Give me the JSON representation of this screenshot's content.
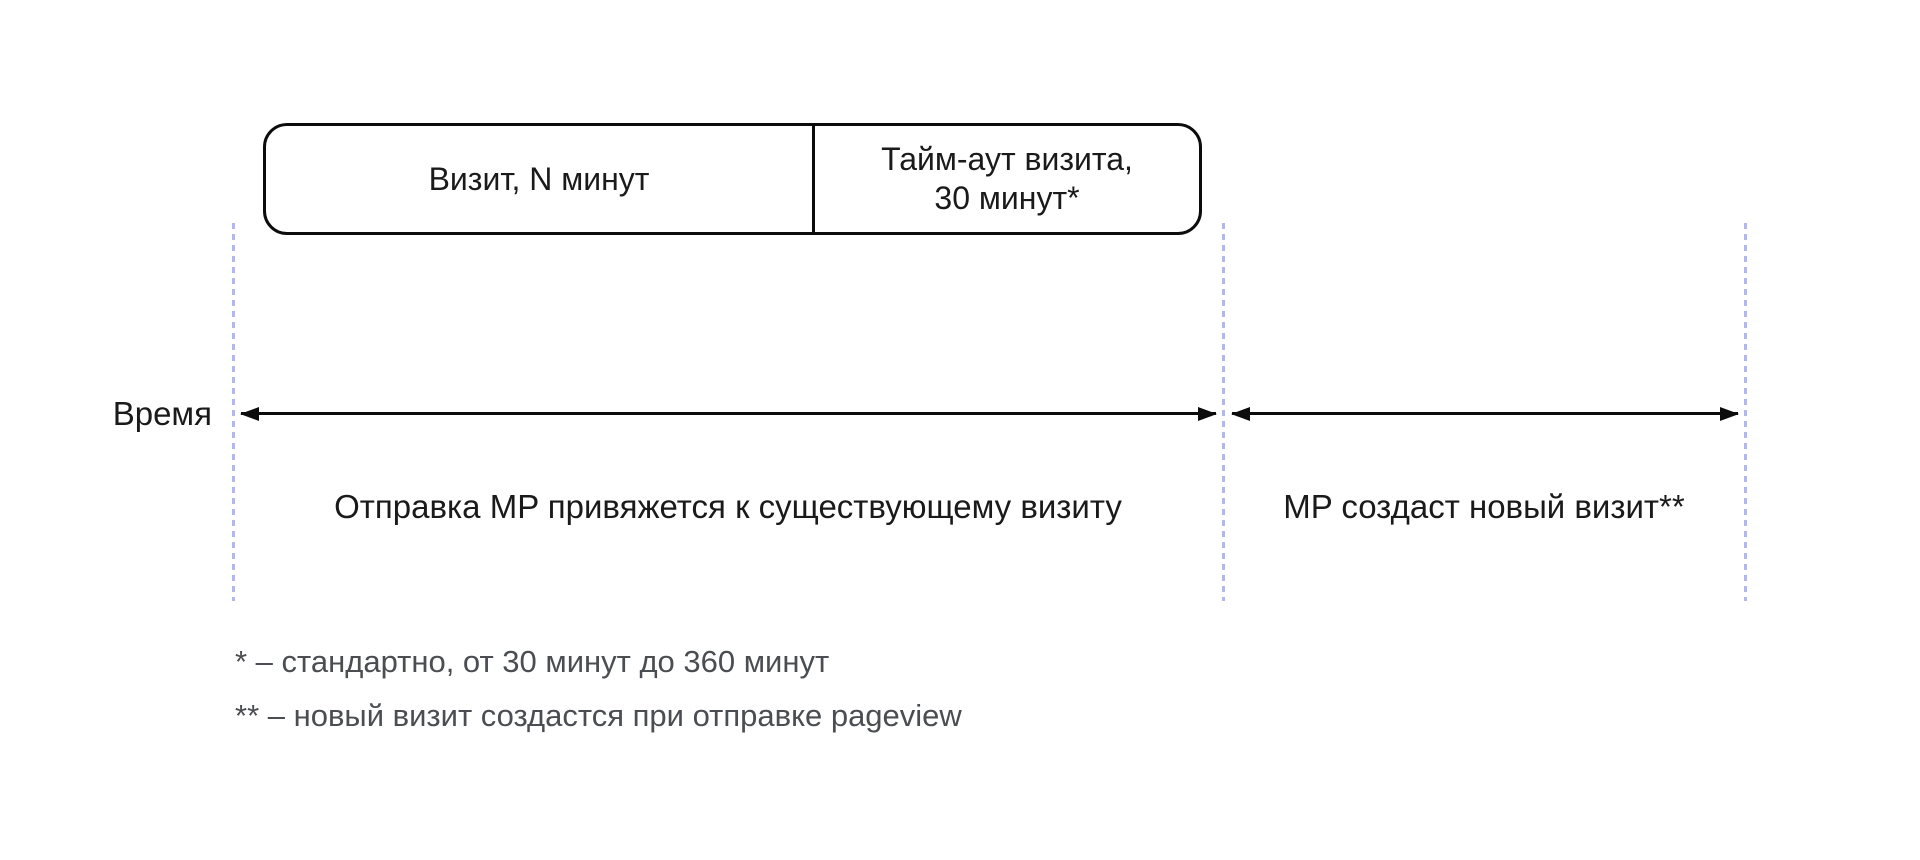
{
  "theme": {
    "line_color": "#0c0c0c",
    "dash_color": "#b2b7ef",
    "text_color": "#1a1a1a",
    "footnote_color": "#4a4d51",
    "background": "#ffffff"
  },
  "diagram": {
    "time_axis_label": "Время",
    "visit_box": {
      "visit_cell": "Визит, N минут",
      "timeout_cell": "Тайм-аут визита,\n30 минут*"
    },
    "regions": {
      "existing_visit": "Отправка MP привяжется к существующему визиту",
      "new_visit": "MP создаст новый визит**"
    },
    "footnotes": [
      "* – стандартно, от 30 минут до 360 минут",
      "** – новый визит создастся при отправке pageview"
    ]
  }
}
